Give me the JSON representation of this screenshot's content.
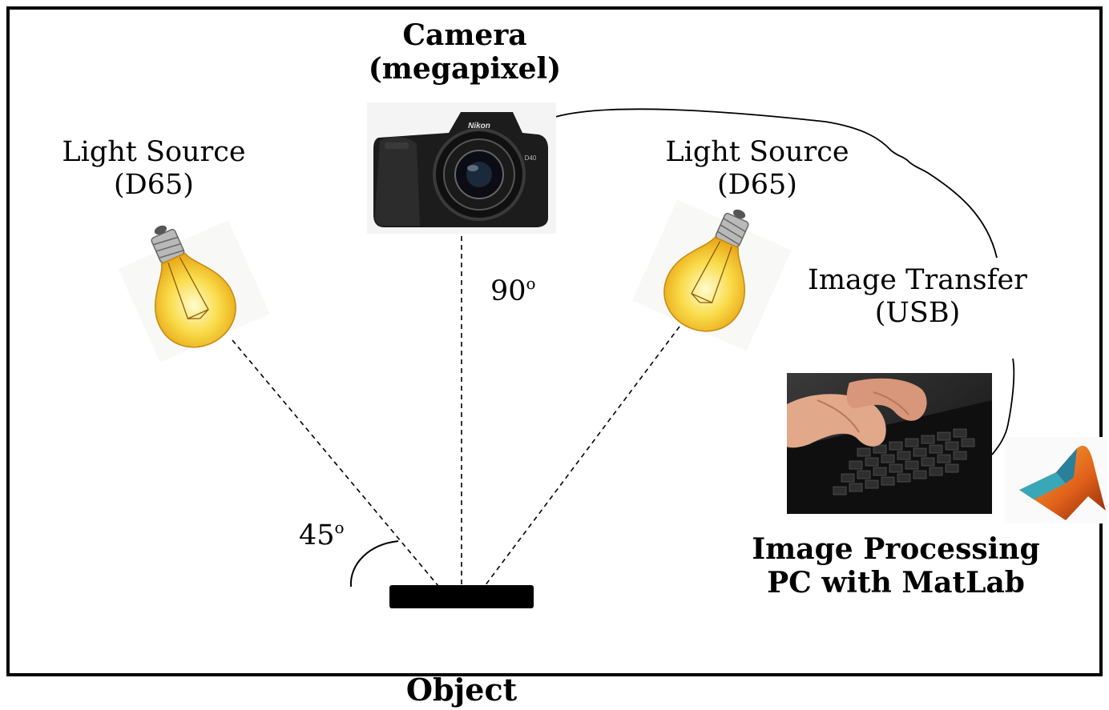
{
  "camera": {
    "line1": "Camera",
    "line2": "(megapixel)",
    "brand": "Nikon",
    "model": "D40"
  },
  "light_left": {
    "line1": "Light Source",
    "line2": "(D65)"
  },
  "light_right": {
    "line1": "Light Source",
    "line2": "(D65)"
  },
  "angle_camera": {
    "value": "90",
    "unit": "o"
  },
  "angle_light": {
    "value": "45",
    "unit": "o"
  },
  "transfer": {
    "line1": "Image Transfer",
    "line2": "(USB)"
  },
  "pc": {
    "line1": "Image Processing",
    "line2": "PC with MatLab"
  },
  "object": {
    "label": "Object"
  },
  "colors": {
    "bulb_glow": "#f7d23a",
    "bulb_core": "#fff6b0",
    "object": "#000000",
    "matlab_orange": "#e0601a",
    "matlab_teal": "#3aa7b8"
  },
  "icons": [
    "camera-photo",
    "light-bulb-icon",
    "laptop-keyboard-photo",
    "matlab-logo-icon"
  ]
}
